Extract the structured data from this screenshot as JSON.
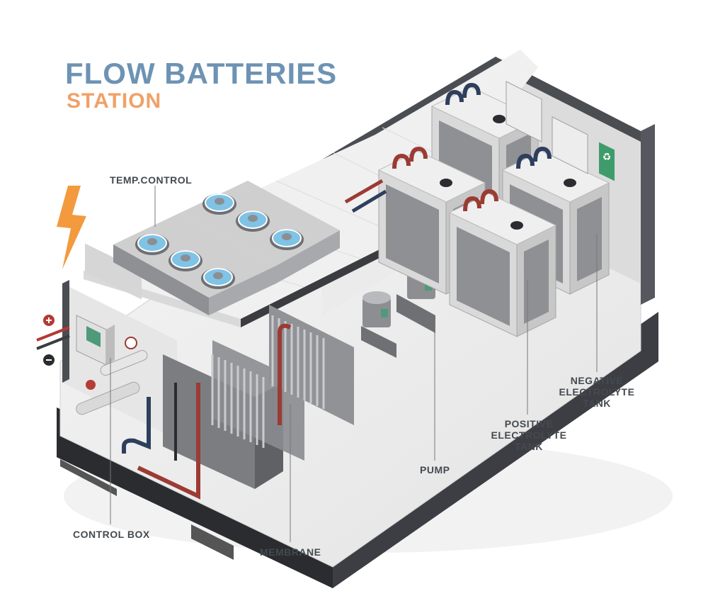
{
  "title": "FLOW BATTERIES",
  "subtitle": "STATION",
  "labels": {
    "temp_control": "TEMP.CONTROL",
    "control_box": "CONTROL BOX",
    "membrane": "MEMBRANE",
    "pump": "PUMP",
    "positive_tank": [
      "POSITIVE",
      "ELECTROLYTE",
      "TANK"
    ],
    "negative_tank": [
      "NEGATIVE",
      "ELECTROLYTE",
      "TANK"
    ]
  },
  "icons": [
    "lightning-bolt-icon",
    "plus-terminal-icon",
    "minus-terminal-icon",
    "recycle-sign-icon",
    "fan-icon",
    "gauge-icon"
  ],
  "colors": {
    "title": "#6d93b4",
    "subtitle": "#f0a167",
    "bolt": "#f39a3e",
    "pipe_red": "#9b3b34",
    "pipe_blue": "#2d3f5c",
    "fan_blue": "#7fc3e6",
    "sign_green": "#3f9c6a"
  }
}
